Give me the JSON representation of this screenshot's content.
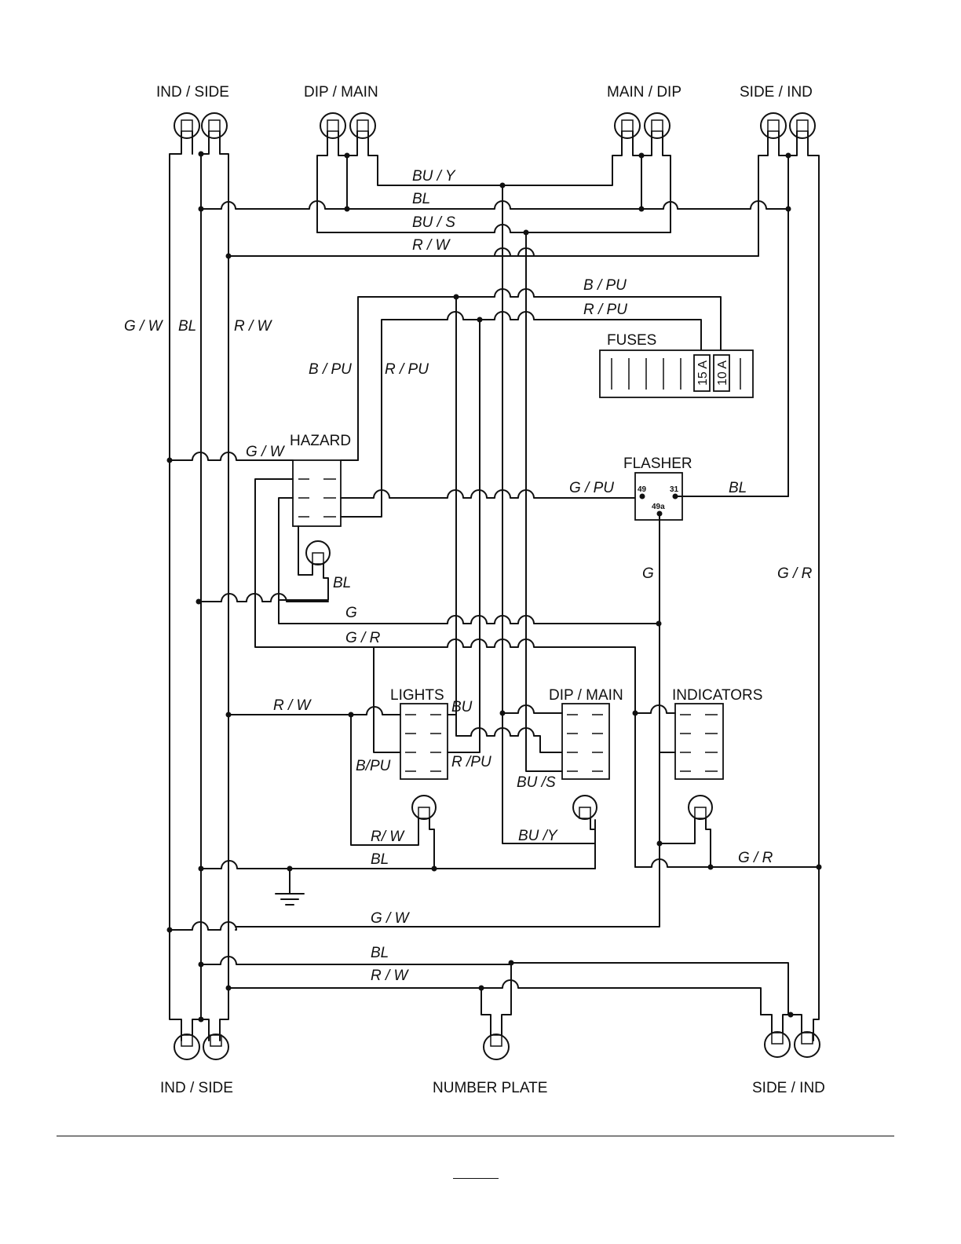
{
  "components": {
    "top_left": "IND / SIDE",
    "top_dip_main": "DIP / MAIN",
    "top_main_dip": "MAIN / DIP",
    "top_right": "SIDE / IND",
    "fuses": "FUSES",
    "hazard": "HAZARD",
    "flasher": "FLASHER",
    "lights": "LIGHTS",
    "dip_main_switch": "DIP / MAIN",
    "indicators": "INDICATORS",
    "bottom_left": "IND / SIDE",
    "number_plate": "NUMBER PLATE",
    "bottom_right": "SIDE / IND"
  },
  "fuse_ratings": [
    "15 A",
    "10 A"
  ],
  "flasher_terminals": {
    "t49": "49",
    "t31": "31",
    "t49a": "49a"
  },
  "wires": {
    "bu_y_top": "BU / Y",
    "bl_top": "BL",
    "bu_s_top": "BU / S",
    "r_w_top": "R / W",
    "b_pu_top": "B / PU",
    "r_pu_top": "R / PU",
    "g_w_left": "G / W",
    "bl_left": "BL",
    "r_w_left": "R / W",
    "b_pu_vert": "B / PU",
    "r_pu_vert": "R / PU",
    "g_w_hazard": "G / W",
    "g_pu": "G / PU",
    "bl_flasher": "BL",
    "bl_hazard_lamp": "BL",
    "g_vert": "G",
    "g_r_right": "G / R",
    "g_mid": "G",
    "g_r_mid": "G / R",
    "r_w_lights": "R / W",
    "bu_lights": "BU",
    "b_pu_lights": "B/PU",
    "r_pu_lights": "R /PU",
    "bu_s_dip": "BU /S",
    "r_w_lamp": "R/ W",
    "bl_lamp": "BL",
    "bu_y_lamp": "BU /Y",
    "g_r_ind": "G / R",
    "g_w_bottom": "G / W",
    "bl_bottom": "BL",
    "r_w_bottom": "R / W"
  }
}
